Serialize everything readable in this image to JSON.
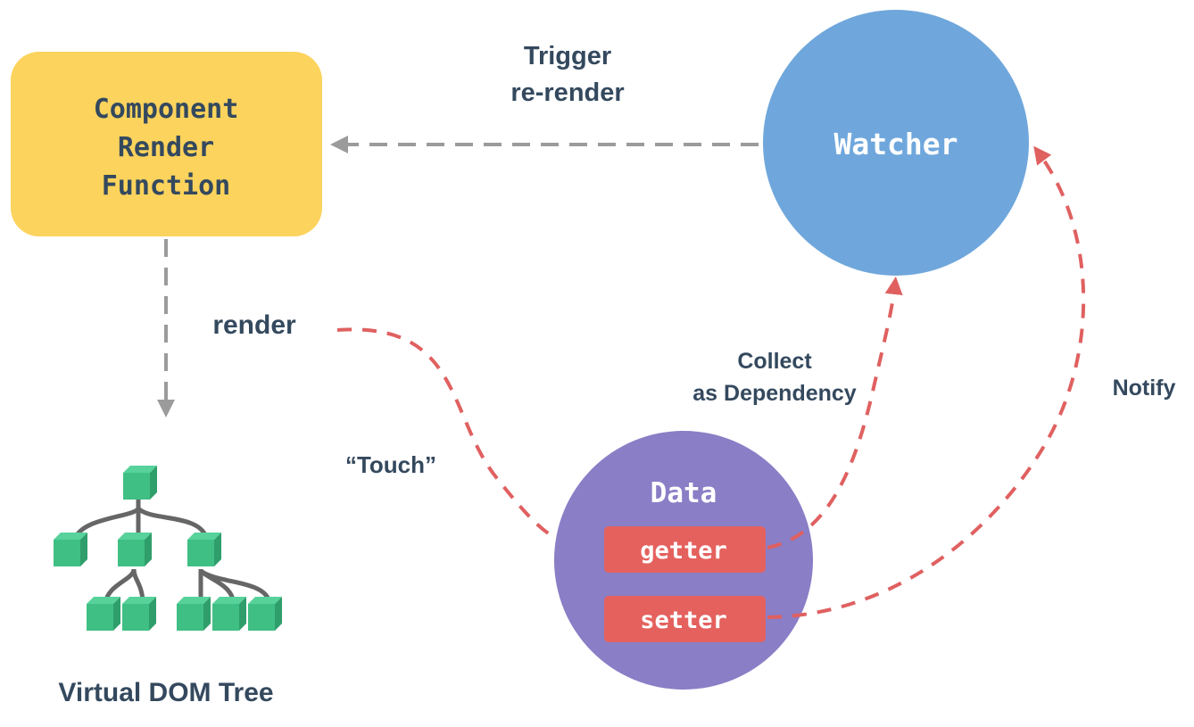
{
  "title": "Vue Reactivity Data Flow",
  "colors": {
    "render_box": "#fcd35c",
    "watcher": "#6fa7dc",
    "data_circle": "#8a7ec6",
    "accessor_box": "#e4615e",
    "dom_node": "#3fbf83",
    "dom_node_dark": "#2f9e6b",
    "dom_node_light": "#56d29a",
    "text_dark": "#34495e",
    "gray_arrow": "#9b9b9b",
    "red_arrow": "#e06060"
  },
  "nodes": {
    "render_function": {
      "lines": [
        "Component",
        "Render",
        "Function"
      ]
    },
    "watcher": {
      "label": "Watcher"
    },
    "data": {
      "label": "Data",
      "getter": "getter",
      "setter": "setter"
    },
    "vdom": {
      "label": "Virtual DOM Tree"
    }
  },
  "edges": {
    "trigger": {
      "lines": [
        "Trigger",
        "re-render"
      ]
    },
    "render": {
      "label": "render"
    },
    "touch": {
      "label": "“Touch”"
    },
    "collect": {
      "lines": [
        "Collect",
        "as Dependency"
      ]
    },
    "notify": {
      "label": "Notify"
    }
  }
}
